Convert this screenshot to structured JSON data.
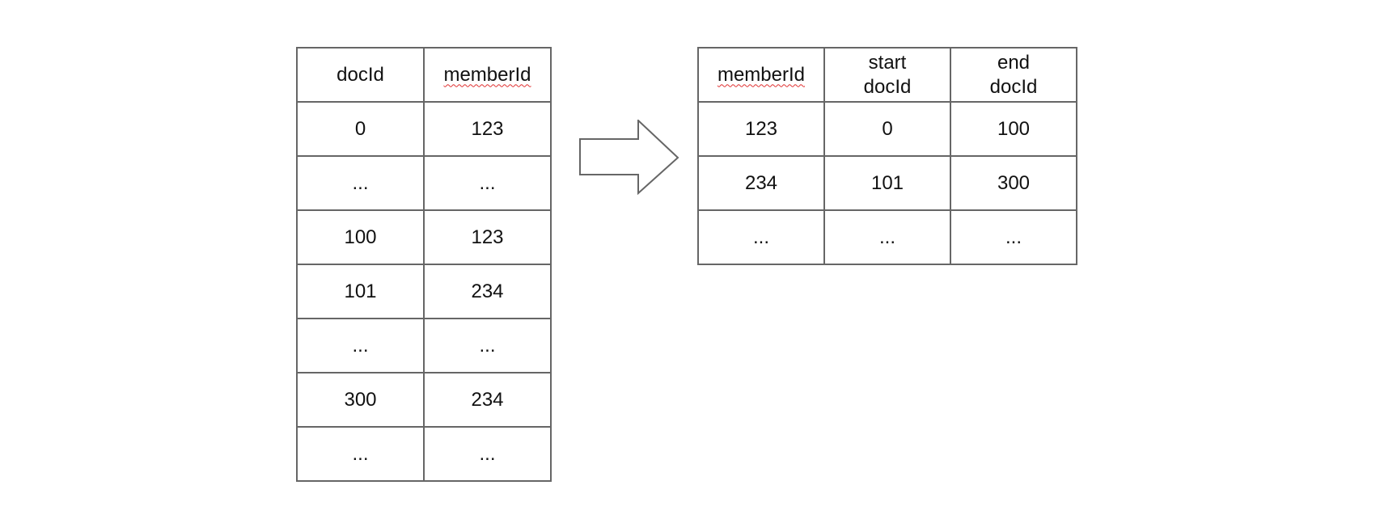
{
  "left_table": {
    "headers": [
      "docId",
      "memberId"
    ],
    "rows": [
      [
        "0",
        "123"
      ],
      [
        "...",
        "..."
      ],
      [
        "100",
        "123"
      ],
      [
        "101",
        "234"
      ],
      [
        "...",
        "..."
      ],
      [
        "300",
        "234"
      ],
      [
        "...",
        "..."
      ]
    ]
  },
  "right_table": {
    "headers": [
      "memberId",
      "start\ndocId",
      "end\ndocId"
    ],
    "rows": [
      [
        "123",
        "0",
        "100"
      ],
      [
        "234",
        "101",
        "300"
      ],
      [
        "...",
        "...",
        "..."
      ]
    ]
  },
  "colors": {
    "border": "#666666",
    "text": "#111111",
    "spellcheck_underline": "#e03030"
  }
}
